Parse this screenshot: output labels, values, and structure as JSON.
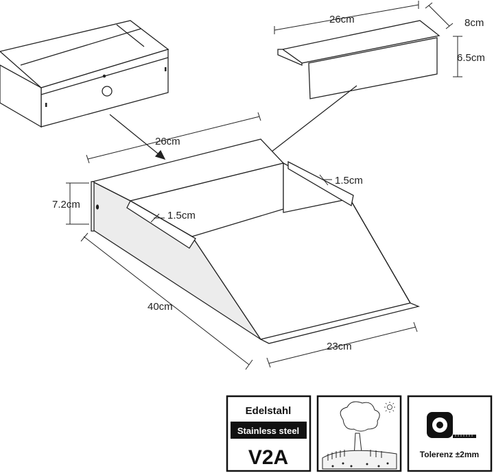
{
  "dimensions": {
    "cover_width": "26cm",
    "cover_depth": "8cm",
    "cover_height": "6.5cm",
    "spout_width_top": "26cm",
    "spout_height": "7.2cm",
    "lip_right": "1.5cm",
    "lip_left": "1.5cm",
    "spout_length": "40cm",
    "spout_width_front": "23cm"
  },
  "badges": {
    "material": {
      "title": "Edelstahl",
      "subtitle": "Stainless steel",
      "grade": "V2A"
    },
    "tolerance": {
      "label": "Tolerenz ±2mm",
      "icon": "tape-measure-icon"
    },
    "outdoor": {
      "icon": "tree-garden-icon",
      "sun_icon": "sun-icon"
    }
  },
  "colors": {
    "line": "#222222",
    "badge_border": "#111111",
    "badge_dark": "#111111",
    "badge_light": "#ffffff"
  }
}
